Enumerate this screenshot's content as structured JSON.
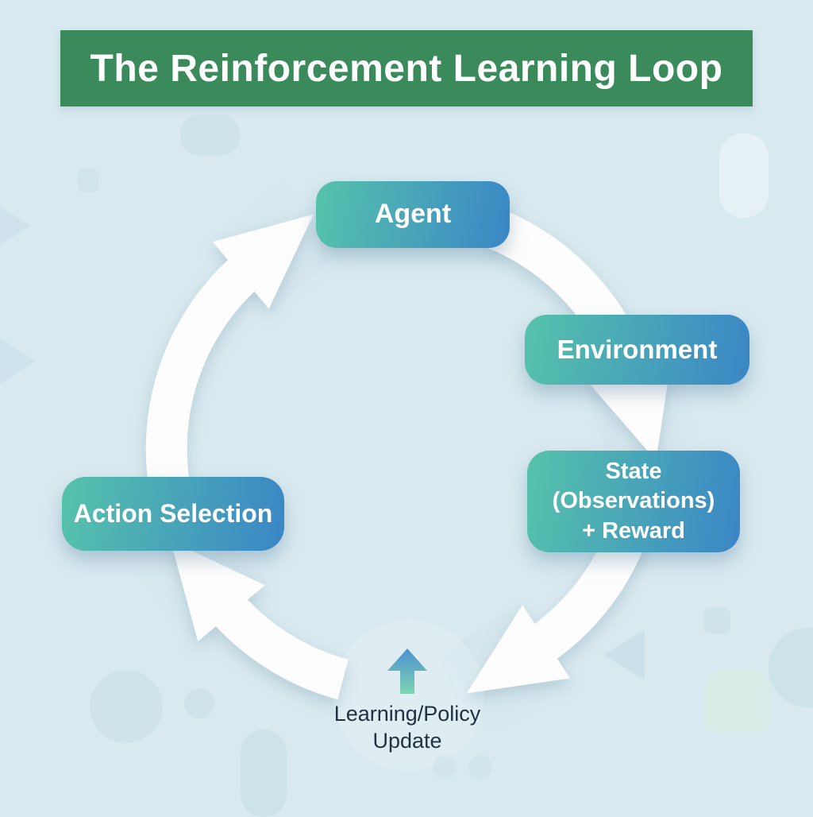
{
  "title": {
    "text": "The Reinforcement Learning Loop"
  },
  "nodes": {
    "agent": {
      "label": "Agent"
    },
    "environment": {
      "label": "Environment"
    },
    "state": {
      "label": "State\n(Observations)\n+ Reward"
    },
    "action_selection": {
      "label": "Action Selection"
    }
  },
  "annotation": {
    "label": "Learning/Policy\nUpdate"
  },
  "colors": {
    "background": "#d8e9ef",
    "banner": "#3a8a5b",
    "banner_text": "#ffffff",
    "node_start": "#56c3ab",
    "node_end": "#3a86c6",
    "node_text": "#ffffff",
    "arrow": "#fdfdfd",
    "update_arrow_top": "#4b90d0",
    "update_arrow_bottom": "#7ed5b2",
    "annotation_text": "#223240"
  }
}
